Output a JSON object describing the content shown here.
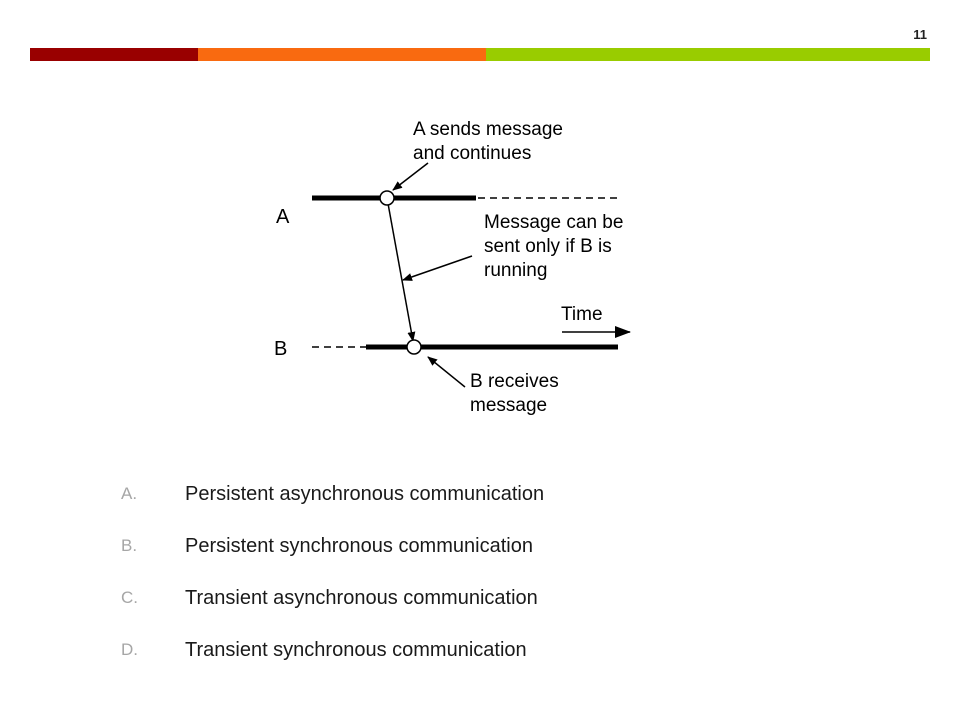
{
  "slide": {
    "number": "11"
  },
  "colors": {
    "bar_red": "#990000",
    "bar_orange": "#f96a10",
    "bar_green": "#99cc00"
  },
  "diagram": {
    "label_a": "A",
    "label_b": "B",
    "callout_send": [
      "A sends message",
      "and continues"
    ],
    "callout_condition": [
      "Message can be",
      "sent only if B is",
      "running"
    ],
    "time_label": "Time",
    "callout_receive": [
      "B receives",
      "message"
    ]
  },
  "options": [
    {
      "letter": "A.",
      "text": "Persistent asynchronous communication"
    },
    {
      "letter": "B.",
      "text": "Persistent synchronous communication"
    },
    {
      "letter": "C.",
      "text": "Transient asynchronous communication"
    },
    {
      "letter": "D.",
      "text": "Transient synchronous communication"
    }
  ]
}
